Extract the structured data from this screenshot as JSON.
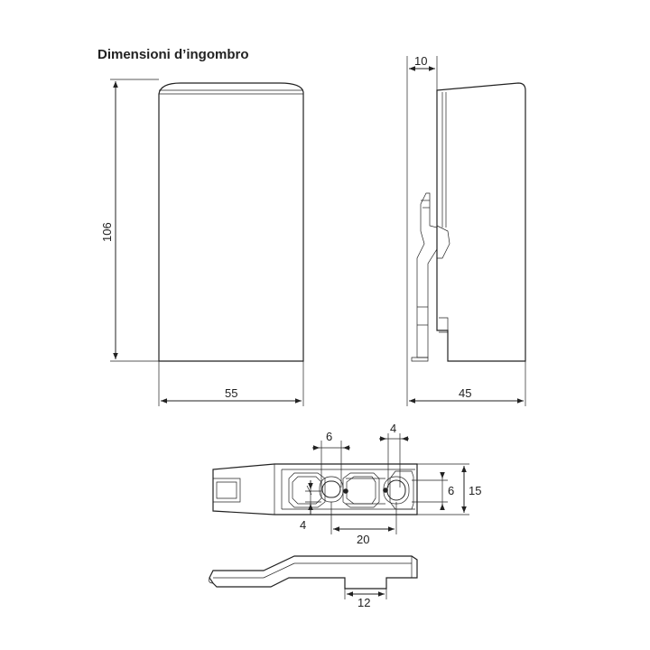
{
  "title": "Dimensioni d’ingombro",
  "dimensions": {
    "front_height": "106",
    "front_width": "55",
    "side_depth_top": "10",
    "side_depth": "45",
    "base_slot_width": "6",
    "base_hole_dia": "4",
    "base_inner_height": "6",
    "base_height": "15",
    "base_hole_small": "4",
    "base_hole_spacing": "20",
    "clip_width": "12"
  }
}
